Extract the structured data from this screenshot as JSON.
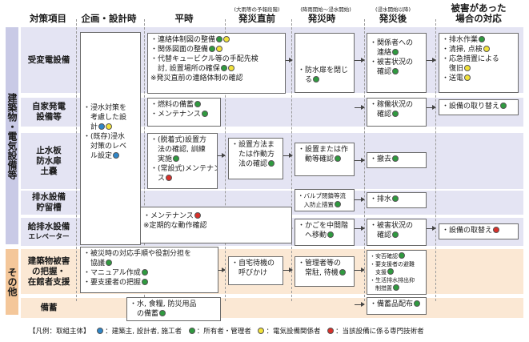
{
  "headers": {
    "taisaku": "対策項目",
    "kikaku": "企画・設計時",
    "heiji": "平時",
    "chokuzen": "発災直前",
    "chokuzen_note": "(大雨等の予報段階)",
    "hassaiji": "発災時",
    "hassaiji_note": "(降雨開始～浸水開始)",
    "hassaigo": "発災後",
    "hassaigo_note": "(浸水開始以降)",
    "higai": "被害があった\n場合の対応"
  },
  "groups": {
    "building": "建築物・電気設備等",
    "other": "その他"
  },
  "categories": {
    "juhen": "受変電設備",
    "jikahatsu": "自家発電\n設備等",
    "shisui": "止水板\n防水扉\n土嚢",
    "haisui": "排水設備\n貯留槽",
    "kyuhai": "給排水設備",
    "elevator": "エレベーター",
    "haaku": "建築物被害\nの把握・\n在館者支援",
    "bichiku": "備蓄"
  },
  "kikaku": {
    "main_lines": [
      "・浸水対策を",
      "　考慮した設",
      "　計"
    ],
    "sub_lines": [
      "・(既存)浸水",
      "　対策のレベ",
      "　ル設定"
    ]
  },
  "heiji": {
    "juhen": {
      "l1": "・連絡体制図の整備",
      "l2": "・関係図面の整備",
      "l3": "・代替キュービクル等の手配先検",
      "l4": "　討, 設置場所の確保",
      "l5": "※発災直前の連絡体制の確認"
    },
    "jikahatsu": {
      "l1": "・燃料の備蓄",
      "l2": "・メンテナンス"
    },
    "shisui": {
      "l1": "・(脱着式)設置方",
      "l2": "　法の確認, 訓練",
      "l3": "　実施",
      "l4": "・(常設式)メンテナン",
      "l5": "　ス"
    },
    "elevator": {
      "l1": "・メンテナンス",
      "l2": "※定期的な動作確認"
    },
    "haaku": {
      "l1": "・被災時の対応手順や役割分担を",
      "l2": "　協議",
      "l3": "・マニュアル作成",
      "l4": "・要支援者の把握"
    },
    "bichiku": {
      "l1": "・水, 食糧, 防災用品",
      "l2": "　の備蓄"
    }
  },
  "chokuzen": {
    "shisui": {
      "l1": "・設置方法ま",
      "l2": "　たは作動方",
      "l3": "　法の確認"
    },
    "haaku": {
      "l1": "・自宅待機の",
      "l2": "　呼びかけ"
    }
  },
  "hassaiji": {
    "juhen": {
      "l1": "・防水扉を閉じ",
      "l2": "　る"
    },
    "shisui": {
      "l1": "・設置または作",
      "l2": "　動等確認"
    },
    "haisui": {
      "l1": "・バルブ閉鎖等流",
      "l2": "　入防止措置"
    },
    "elevator": {
      "l1": "・かごを中間階",
      "l2": "　へ移動"
    },
    "haaku": {
      "l1": "・管理者等の",
      "l2": "　常駐, 待機"
    }
  },
  "hassaigo": {
    "juhen": {
      "l1": "・関係者への",
      "l2": "　連絡",
      "l3": "・被害状況の",
      "l4": "　確認"
    },
    "jikahatsu": {
      "l1": "・稼働状況の",
      "l2": "　確認"
    },
    "shisui": {
      "l1": "・撤去"
    },
    "haisui": {
      "l1": "・排水"
    },
    "elevator": {
      "l1": "・被害状況の",
      "l2": "　確認"
    },
    "haaku": {
      "l1": "・安否確認",
      "l2": "・要支援者の避難",
      "l3": "　支援",
      "l4": "・生活排水排出抑",
      "l5": "　制措置"
    },
    "bichiku": {
      "l1": "・備蓄品配布"
    }
  },
  "higai": {
    "juhen": {
      "l1": "・排水作業",
      "l2": "・清掃, 点検",
      "l3": "・応急措置による",
      "l4": "　復旧",
      "l5": "・送電"
    },
    "jikahatsu": {
      "l1": "・設備の取り替え"
    },
    "elevator": {
      "l1": "・設備の取替え"
    }
  },
  "legend": {
    "title": "【凡例：取組主体】",
    "blue": "：建築主, 設計者, 施工者",
    "green": "：所有者・管理者",
    "yellow": "：電気設備関係者",
    "red": "：当該設備に係る専門技術者"
  },
  "colors": {
    "blue_dot": "#2f86c8",
    "green_dot": "#2f9a3f",
    "yellow_dot": "#f2e23a",
    "red_dot": "#d9302a",
    "building_band": "#e4e4f3",
    "building_group": "#c9cae6",
    "other_band": "#fbe8d4",
    "other_group": "#f4c79a"
  }
}
